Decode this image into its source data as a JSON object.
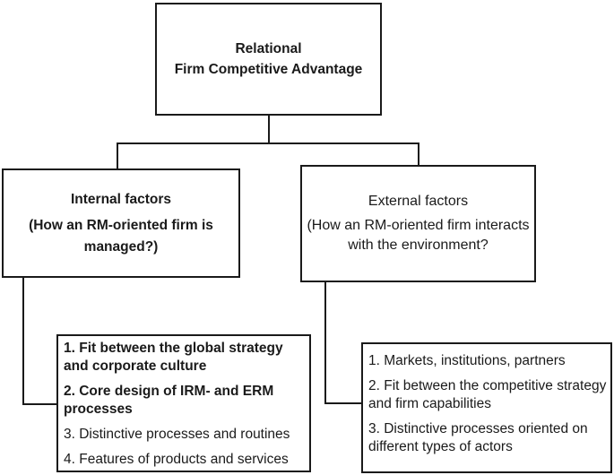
{
  "figure": {
    "type": "hierarchy-diagram",
    "colors": {
      "line": "#1a1a1a",
      "text": "#1a1a1a",
      "background": "#ffffff"
    },
    "boxes": {
      "top": {
        "line1": "Relational",
        "line2": "Firm Competitive Advantage"
      },
      "internal": {
        "title": "Internal factors",
        "subtitle": "(How an RM-oriented firm is managed?)"
      },
      "external": {
        "title": "External factors",
        "subtitle": "(How an RM-oriented firm interacts with the environment?"
      },
      "internal_list": {
        "items": [
          {
            "text": "1. Fit between the global strategy and corporate culture",
            "bold": true
          },
          {
            "text": "2. Core design of IRM- and ERM processes",
            "bold": true
          },
          {
            "text": "3. Distinctive processes and routines",
            "bold": false
          },
          {
            "text": "4. Features of products and services",
            "bold": false
          }
        ]
      },
      "external_list": {
        "items": [
          {
            "text": "1. Markets, institutions, partners",
            "bold": false
          },
          {
            "text": "2. Fit between the competitive strategy and firm capabilities",
            "bold": false
          },
          {
            "text": "3. Distinctive processes oriented on different types of actors",
            "bold": false
          }
        ]
      }
    }
  }
}
